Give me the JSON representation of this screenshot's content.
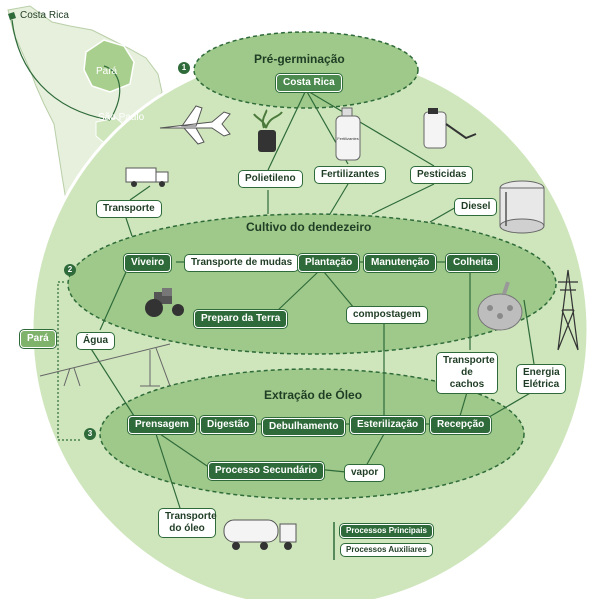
{
  "colors": {
    "dark_green": "#2f6b3a",
    "mid_green": "#7fb26a",
    "light_green": "#cfe6bd",
    "pale_green": "#e3f0d6",
    "map_green": "#a9cf8e",
    "text": "#1f3d24"
  },
  "geography": {
    "costa_rica": "Costa Rica",
    "para": "Pará",
    "sao_paulo": "São Paulo"
  },
  "sections": {
    "pre_germination": {
      "number": "1",
      "title": "Pré-germinação",
      "location": "Costa Rica"
    },
    "cultivation": {
      "number": "2",
      "title": "Cultivo do dendezeiro",
      "location": "Pará"
    },
    "extraction": {
      "number": "3",
      "title": "Extração de Óleo"
    }
  },
  "auxiliary_inputs": {
    "polietileno": "Polietileno",
    "fertilizantes": "Fertilizantes",
    "pesticidas": "Pesticidas",
    "diesel": "Diesel",
    "transporte": "Transporte",
    "agua": "Água",
    "energia": "Energia Elétrica"
  },
  "cultivation_nodes": {
    "viveiro": "Viveiro",
    "transporte_mudas": "Transporte de mudas",
    "plantacao": "Plantação",
    "manutencao": "Manutenção",
    "colheita": "Colheita",
    "preparo_terra": "Preparo da Terra",
    "compostagem": "compostagem",
    "transporte_cachos": "Transporte de cachos"
  },
  "extraction_nodes": {
    "prensagem": "Prensagem",
    "digestao": "Digestão",
    "debulhamento": "Debulhamento",
    "esterilizacao": "Esterilização",
    "recepcao": "Recepção",
    "processo_secundario": "Processo Secundário",
    "vapor": "vapor",
    "transporte_oleo": "Transporte do óleo"
  },
  "legend": {
    "main": "Processos Principais",
    "aux": "Processos Auxiliares"
  },
  "icons": {
    "fertilizer_bottle_label": "Fertilizantes"
  }
}
